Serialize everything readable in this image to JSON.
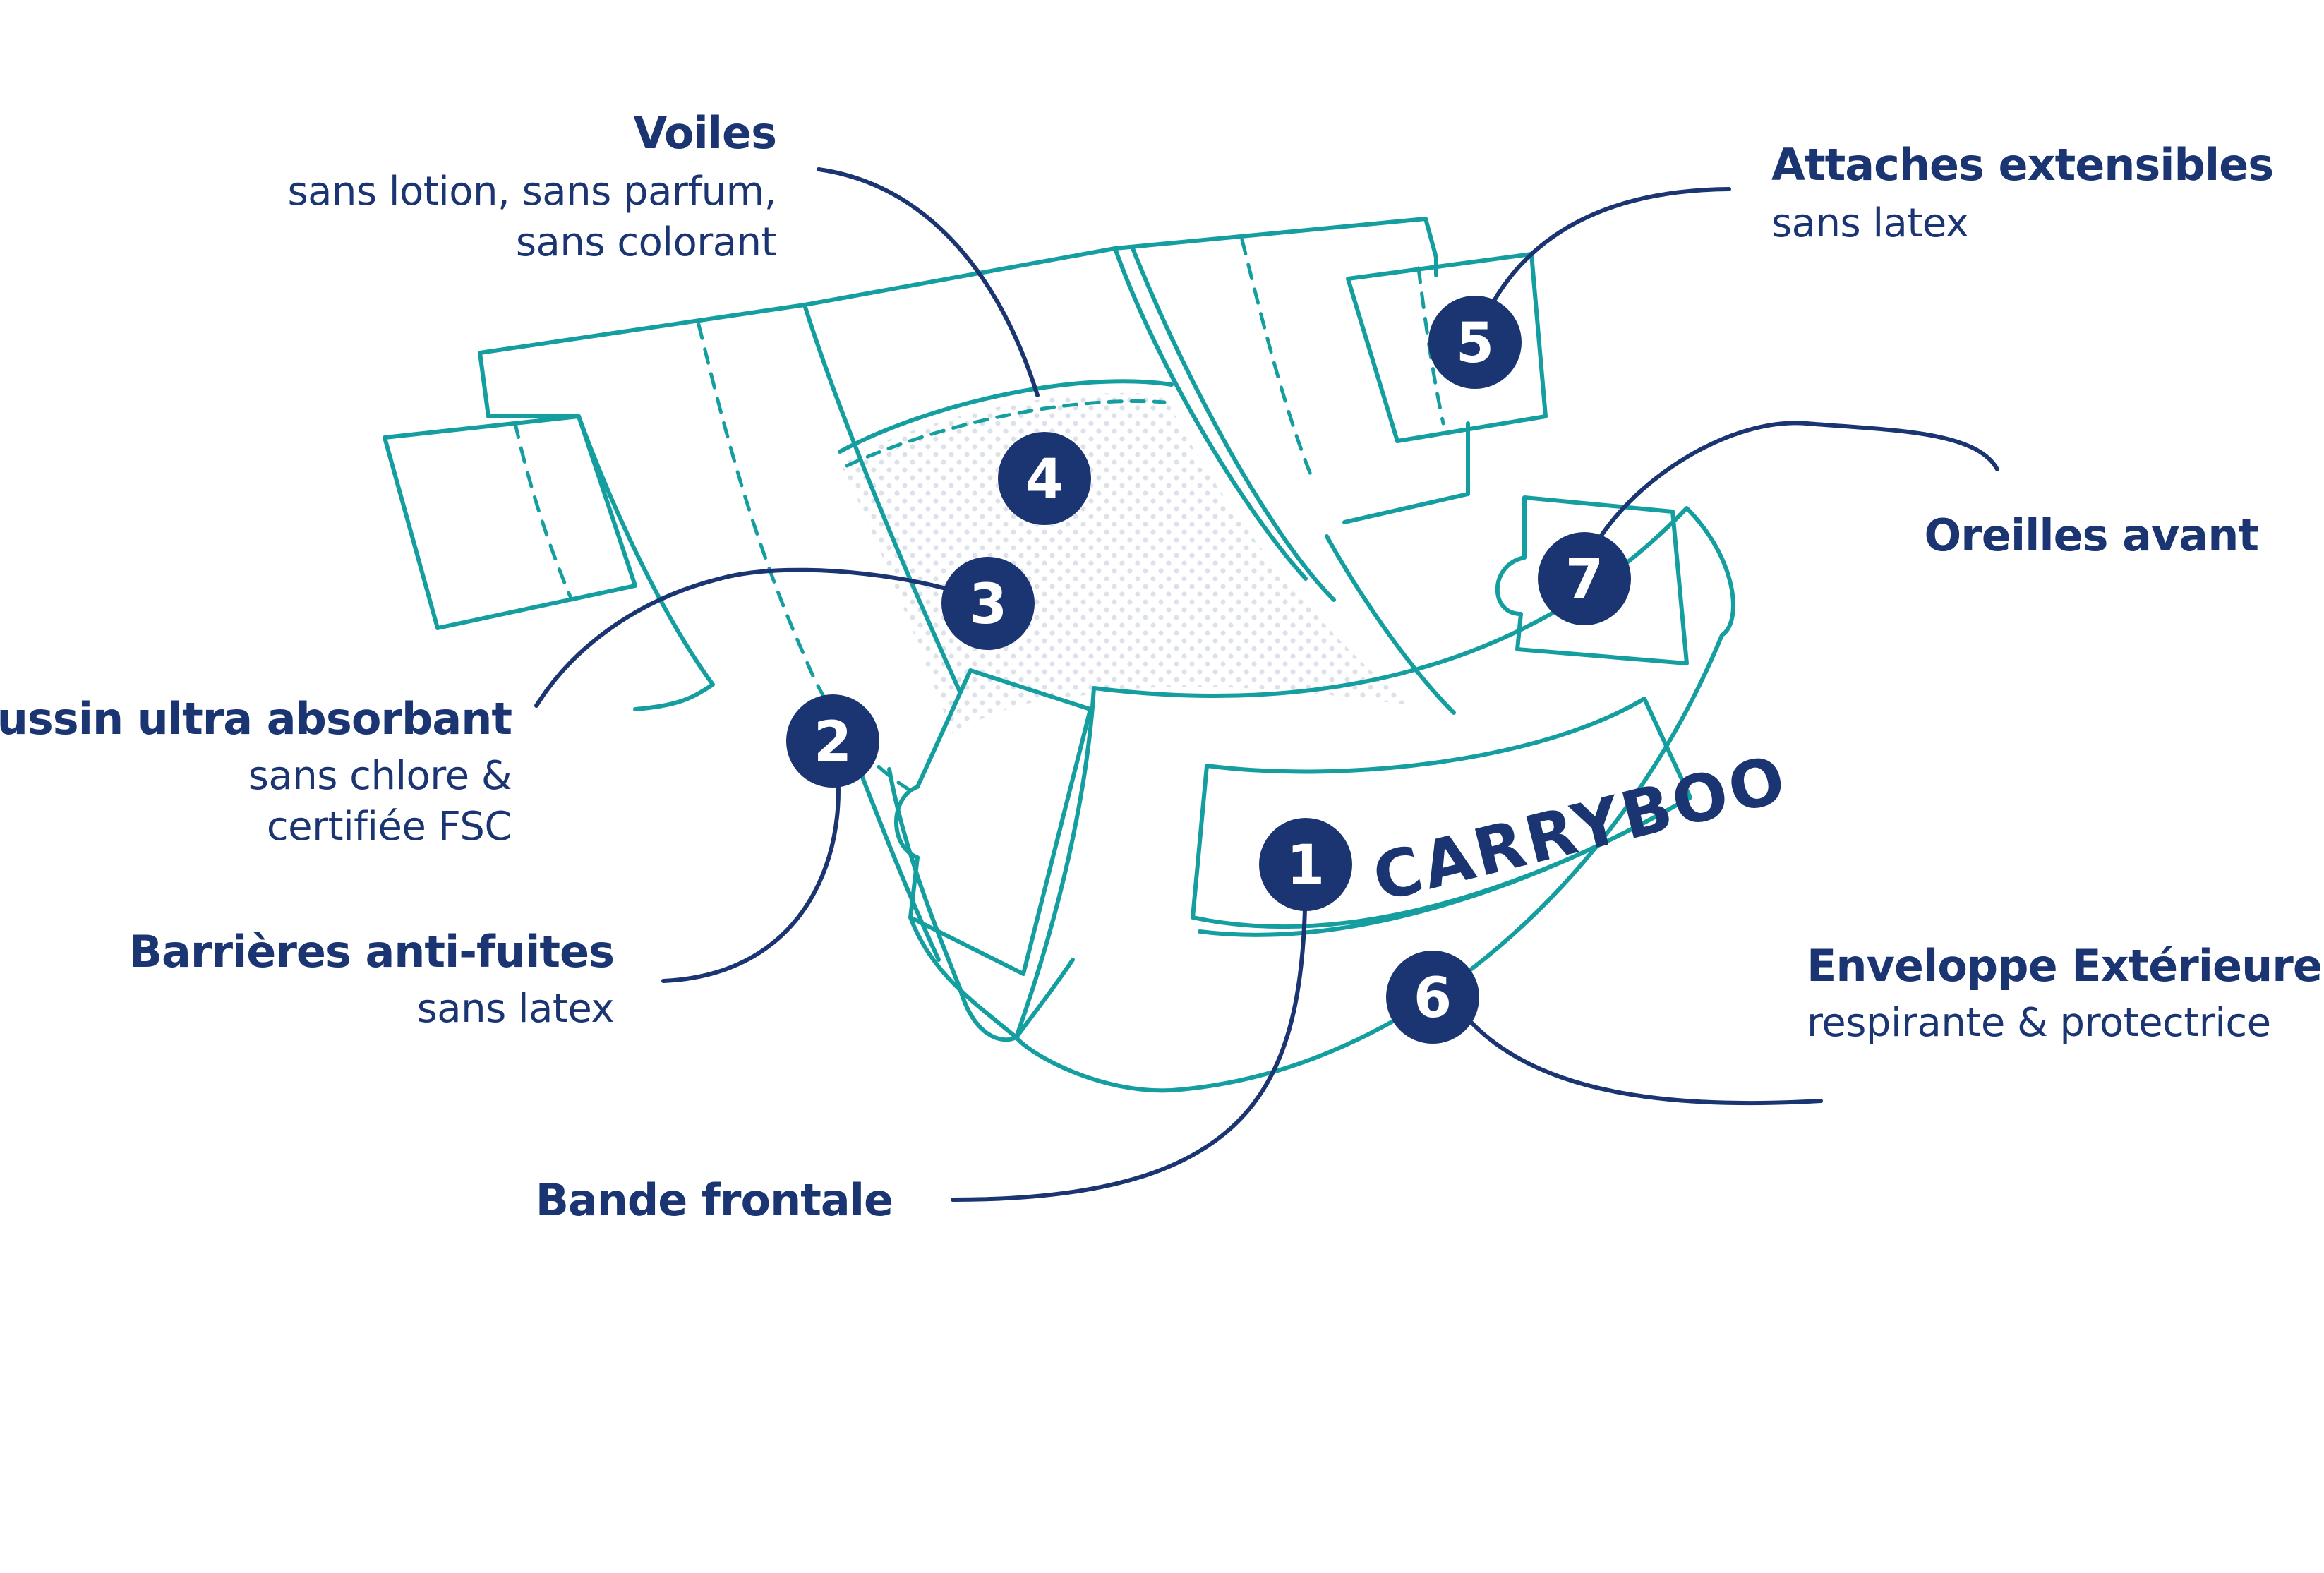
{
  "colors": {
    "navy": "#1a3571",
    "teal": "#159ea0",
    "dots": "#dde2ea",
    "white": "#ffffff"
  },
  "logo": {
    "text": "CARRYBOO"
  },
  "callouts": [
    {
      "number": "1",
      "title": "Bande frontale",
      "subtitle": []
    },
    {
      "number": "2",
      "title": "Barrières anti-fuites",
      "subtitle": [
        "sans latex"
      ]
    },
    {
      "number": "3",
      "title": "Coussin ultra absorbant",
      "subtitle": [
        "sans chlore &",
        "certifiée FSC"
      ]
    },
    {
      "number": "4",
      "title": "Voiles",
      "subtitle": [
        "sans lotion, sans parfum,",
        "sans colorant"
      ]
    },
    {
      "number": "5",
      "title": "Attaches extensibles",
      "subtitle": [
        "sans latex"
      ]
    },
    {
      "number": "6",
      "title": "Enveloppe Extérieure",
      "subtitle": [
        "respirante & protectrice"
      ]
    },
    {
      "number": "7",
      "title": "Oreilles avant",
      "subtitle": []
    }
  ]
}
